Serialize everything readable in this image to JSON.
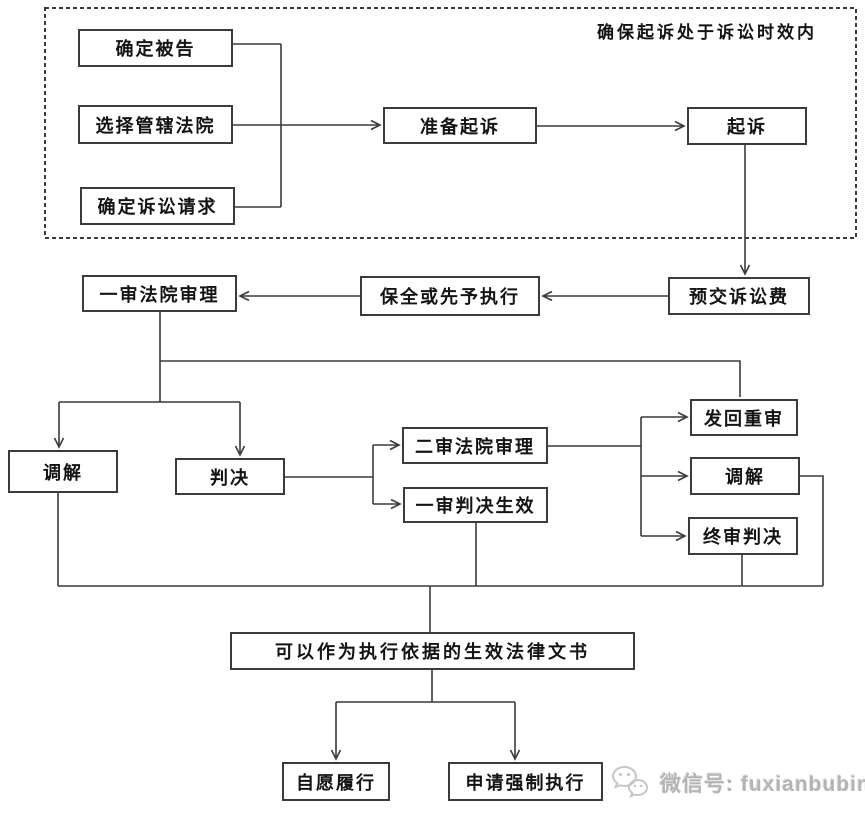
{
  "colors": {
    "line": "#3a3a3a",
    "box_border": "#3b3b3b",
    "text": "#141414",
    "watermark": "#b4b4b4",
    "background": "#ffffff"
  },
  "annotation": {
    "note": "确保起诉处于诉讼时效内"
  },
  "nodes": {
    "determine_defendant": {
      "label": "确定被告"
    },
    "choose_court": {
      "label": "选择管辖法院"
    },
    "determine_claims": {
      "label": "确定诉讼请求"
    },
    "prepare_lawsuit": {
      "label": "准备起诉"
    },
    "file_lawsuit": {
      "label": "起诉"
    },
    "prepay_fee": {
      "label": "预交诉讼费"
    },
    "preservation_or_advance_execution": {
      "label": "保全或先予执行"
    },
    "first_instance_trial": {
      "label": "一审法院审理"
    },
    "mediation_first": {
      "label": "调解"
    },
    "judgment": {
      "label": "判决"
    },
    "second_instance_trial": {
      "label": "二审法院审理"
    },
    "first_judgment_effective": {
      "label": "一审判决生效"
    },
    "remand_for_retrial": {
      "label": "发回重审"
    },
    "mediation_second": {
      "label": "调解"
    },
    "final_judgment": {
      "label": "终审判决"
    },
    "effective_legal_documents": {
      "label": "可以作为执行依据的生效法律文书"
    },
    "voluntary_performance": {
      "label": "自愿履行"
    },
    "apply_compulsory_execution": {
      "label": "申请强制执行"
    }
  },
  "watermark": {
    "label": "微信号: fuxianbubin"
  }
}
